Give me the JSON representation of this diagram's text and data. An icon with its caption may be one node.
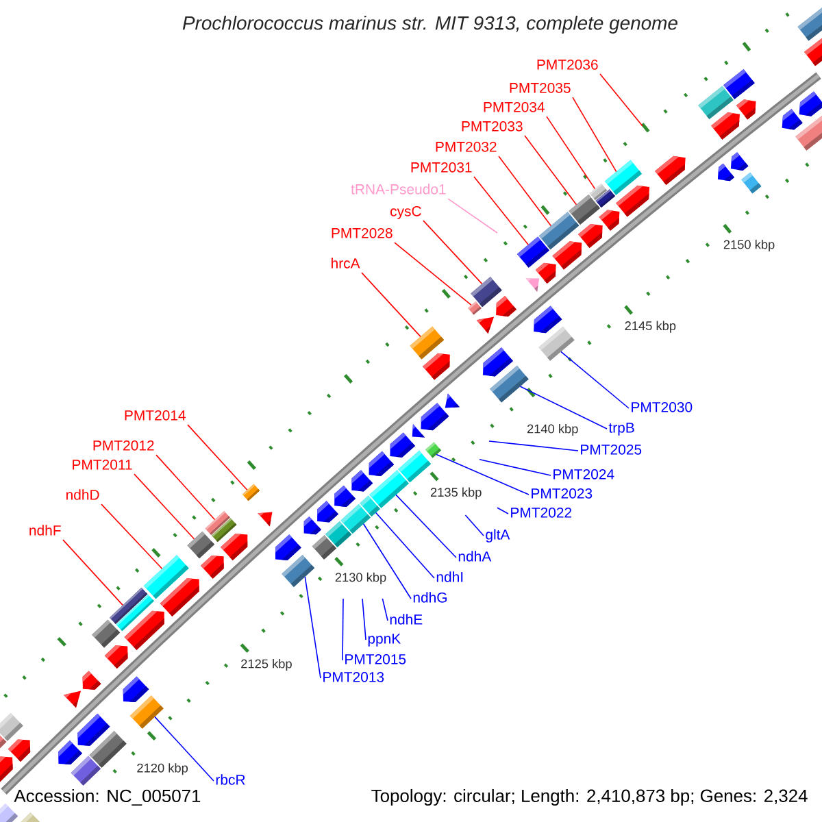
{
  "diagram": {
    "title": "Prochlorococcus marinus str. MIT 9313, complete genome",
    "nodes": [
      {
        "text": [
          "PMT2036"
        ]
      },
      {
        "text": [
          "PMT2035"
        ]
      },
      {
        "text": [
          "PMT2034"
        ]
      },
      {
        "text": [
          "PMT2033"
        ]
      },
      {
        "text": [
          "PMT2032"
        ]
      },
      {
        "text": [
          "PMT2031"
        ]
      },
      {
        "text": [
          "tRNA-Pseudo1"
        ]
      },
      {
        "text": [
          "cysC"
        ]
      },
      {
        "text": [
          "PMT2028"
        ]
      },
      {
        "text": [
          "hrcA"
        ]
      },
      {
        "text": [
          "PMT2030"
        ]
      },
      {
        "text": [
          "PMT2014"
        ]
      },
      {
        "text": [
          "trpB"
        ]
      },
      {
        "text": [
          "PMT2012"
        ]
      },
      {
        "text": [
          "PMT2025"
        ]
      },
      {
        "text": [
          "PMT2011"
        ]
      },
      {
        "text": [
          "PMT2024"
        ]
      },
      {
        "text": [
          "PMT2023"
        ]
      },
      {
        "text": [
          "ndhD"
        ]
      },
      {
        "text": [
          "PMT2022"
        ]
      },
      {
        "text": [
          "ndhF"
        ]
      },
      {
        "text": [
          "gltA"
        ]
      },
      {
        "text": [
          "ndhA"
        ]
      },
      {
        "text": [
          "ndhI"
        ]
      },
      {
        "text": [
          "ndhG"
        ]
      },
      {
        "text": [
          "ndhE"
        ]
      },
      {
        "text": [
          "ppnK"
        ]
      },
      {
        "text": [
          "PMT2015"
        ]
      },
      {
        "text": [
          "PMT2013"
        ]
      },
      {
        "text": [
          "rbcR"
        ]
      },
      {
        "text": [],
        "shape": "arrow"
      },
      {
        "text": [],
        "shape": "arrow"
      },
      {
        "text": [],
        "shape": "triangle"
      },
      {
        "text": [],
        "shape": "arrow"
      },
      {
        "text": [],
        "shape": "arrow"
      },
      {
        "text": [],
        "shape": "arrow"
      },
      {
        "text": [],
        "shape": "arrow"
      },
      {
        "text": [],
        "shape": "arrow"
      },
      {
        "text": [],
        "shape": "arrow"
      },
      {
        "text": [],
        "shape": "triangle"
      },
      {
        "text": [],
        "shape": "arrow"
      },
      {
        "text": [],
        "shape": "triangle"
      },
      {
        "text": [],
        "shape": "arrow"
      },
      {
        "text": [],
        "shape": "triangle"
      },
      {
        "text": [],
        "shape": "arrow"
      },
      {
        "text": [],
        "shape": "arrow"
      },
      {
        "text": [],
        "shape": "arrow"
      },
      {
        "text": [],
        "shape": "arrow"
      },
      {
        "text": [],
        "shape": "arrow"
      },
      {
        "text": [],
        "shape": "arrow"
      },
      {
        "text": [],
        "shape": "arrow"
      },
      {
        "text": [],
        "shape": "arrow"
      },
      {
        "text": [],
        "shape": "box"
      },
      {
        "text": [],
        "shape": "box"
      },
      {
        "text": [],
        "shape": "arrow"
      },
      {
        "text": [],
        "shape": "arrow"
      },
      {
        "text": [],
        "shape": "arrow"
      },
      {
        "text": [],
        "shape": "arrow"
      },
      {
        "text": [],
        "shape": "arrow"
      },
      {
        "text": [],
        "shape": "arrow"
      },
      {
        "text": [],
        "shape": "arrow"
      },
      {
        "text": [],
        "shape": "arrow"
      },
      {
        "text": [],
        "shape": "arrow"
      },
      {
        "text": [],
        "shape": "arrow"
      },
      {
        "text": [],
        "shape": "triangle"
      },
      {
        "text": [],
        "shape": "arrow"
      },
      {
        "text": [],
        "shape": "triangle"
      },
      {
        "text": [],
        "shape": "arrow"
      },
      {
        "text": [],
        "shape": "arrow"
      },
      {
        "text": [],
        "shape": "arrow"
      },
      {
        "text": [],
        "shape": "arrow"
      },
      {
        "text": [],
        "shape": "arrow"
      },
      {
        "text": [],
        "shape": "arrow"
      },
      {
        "text": [],
        "shape": "box"
      },
      {
        "text": [],
        "shape": "diamond"
      },
      {
        "text": [],
        "shape": "diamond"
      },
      {
        "text": [],
        "shape": "box"
      },
      {
        "text": [],
        "shape": "box"
      },
      {
        "text": [],
        "shape": "box"
      },
      {
        "text": [],
        "shape": "diamond"
      },
      {
        "text": [],
        "shape": "box"
      },
      {
        "text": [],
        "shape": "box"
      },
      {
        "text": [],
        "shape": "box"
      },
      {
        "text": [],
        "shape": "box"
      },
      {
        "text": [],
        "shape": "diamond"
      },
      {
        "text": [],
        "shape": "box"
      },
      {
        "text": [],
        "shape": "box"
      },
      {
        "text": [],
        "shape": "box"
      },
      {
        "text": [],
        "shape": "box"
      },
      {
        "text": [],
        "shape": "box"
      },
      {
        "text": [],
        "shape": "box"
      },
      {
        "text": [],
        "shape": "box"
      },
      {
        "text": [],
        "shape": "box"
      },
      {
        "text": [],
        "shape": "box"
      },
      {
        "text": [],
        "shape": "box"
      },
      {
        "text": [],
        "shape": "box"
      },
      {
        "text": [],
        "shape": "box"
      },
      {
        "text": [],
        "shape": "box"
      },
      {
        "text": [],
        "shape": "box"
      },
      {
        "text": [],
        "shape": "box"
      },
      {
        "text": [],
        "shape": "diamond"
      },
      {
        "text": [],
        "shape": "diamond"
      },
      {
        "text": [],
        "shape": "box"
      },
      {
        "text": [],
        "shape": "box"
      },
      {
        "text": [],
        "shape": "box"
      },
      {
        "text": [],
        "shape": "box"
      },
      {
        "text": [],
        "shape": "diamond"
      },
      {
        "text": [],
        "shape": "box"
      },
      {
        "text": [],
        "shape": "box"
      },
      {
        "text": [],
        "shape": "box"
      },
      {
        "text": [],
        "shape": "box"
      }
    ],
    "edges": [
      {
        "from": 0,
        "to": null,
        "arrow": "none",
        "color": "#ff0000"
      },
      {
        "from": 1,
        "to": 91,
        "arrow": "none",
        "color": "#ff0000"
      },
      {
        "from": 2,
        "to": 89,
        "arrow": "none",
        "color": "#ff0000"
      },
      {
        "from": 3,
        "to": 88,
        "arrow": "none",
        "color": "#ff0000"
      },
      {
        "from": 4,
        "to": 87,
        "arrow": "none",
        "color": "#ff0000"
      },
      {
        "from": 5,
        "to": 86,
        "arrow": "none",
        "color": "#ff0000"
      },
      {
        "from": 6,
        "to": null,
        "arrow": "none",
        "color": "#ff99cc"
      },
      {
        "from": 7,
        "to": 85,
        "arrow": "none",
        "color": "#ff0000"
      },
      {
        "from": 8,
        "to": 84,
        "arrow": "none",
        "color": "#ff0000"
      },
      {
        "from": 9,
        "to": 83,
        "arrow": "none",
        "color": "#ff0000"
      },
      {
        "from": 10,
        "to": 108,
        "arrow": "none"
      },
      {
        "from": 11,
        "to": 82,
        "arrow": "none",
        "color": "#ff0000"
      },
      {
        "from": 12,
        "to": 107,
        "arrow": "none"
      },
      {
        "from": 13,
        "to": 80,
        "arrow": "none",
        "color": "#ff0000"
      },
      {
        "from": 14,
        "to": null,
        "arrow": "none"
      },
      {
        "from": 15,
        "to": 79,
        "arrow": "none",
        "color": "#ff0000"
      },
      {
        "from": 16,
        "to": null,
        "arrow": "none"
      },
      {
        "from": 17,
        "to": 106,
        "arrow": "none"
      },
      {
        "from": 18,
        "to": 78,
        "arrow": "none",
        "color": "#ff0000"
      },
      {
        "from": 19,
        "to": null,
        "arrow": "none"
      },
      {
        "from": 20,
        "to": 76,
        "arrow": "none",
        "color": "#ff0000"
      },
      {
        "from": 21,
        "to": null,
        "arrow": "none"
      },
      {
        "from": 22,
        "to": 104,
        "arrow": "none"
      },
      {
        "from": 23,
        "to": 103,
        "arrow": "none"
      },
      {
        "from": 24,
        "to": 102,
        "arrow": "none"
      },
      {
        "from": 25,
        "to": null,
        "arrow": "none"
      },
      {
        "from": 26,
        "to": null,
        "arrow": "none"
      },
      {
        "from": 27,
        "to": null,
        "arrow": "none"
      },
      {
        "from": 28,
        "to": 99,
        "arrow": "none"
      },
      {
        "from": 29,
        "to": 98,
        "arrow": "none"
      }
    ],
    "labels": [
      "2150 kbp",
      "2145 kbp",
      "2140 kbp",
      "2135 kbp",
      "2130 kbp",
      "2125 kbp",
      "2120 kbp",
      "Accession: NC_005071",
      "Topology: circular; Length: 2,410,873 bp; Genes: 2,324"
    ]
  }
}
